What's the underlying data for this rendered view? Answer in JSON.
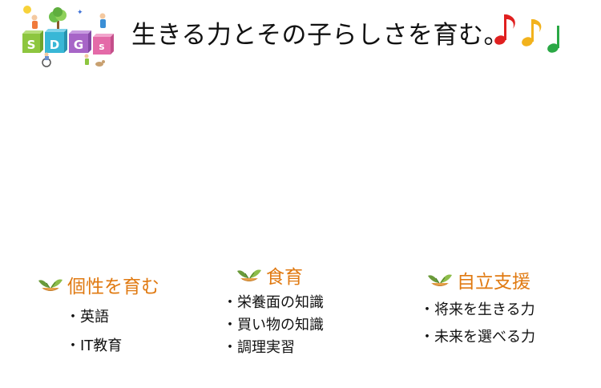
{
  "header": {
    "logo_letters": [
      "S",
      "D",
      "G",
      "s"
    ],
    "title": "生きる力とその子らしさを育む。",
    "decoration": "music-notes"
  },
  "sections": [
    {
      "title": "個性を育む",
      "icon": "leaf-sprout-icon",
      "items": [
        "英語",
        "IT教育"
      ]
    },
    {
      "title": "食育",
      "icon": "leaf-sprout-icon",
      "items": [
        "栄養面の知識",
        "買い物の知識",
        "調理実習"
      ]
    },
    {
      "title": "自立支援",
      "icon": "leaf-sprout-icon",
      "items": [
        "将来を生きる力",
        "未来を選べる力"
      ]
    }
  ],
  "colors": {
    "section_title": "#e07a12",
    "note_red": "#e02020",
    "note_yellow": "#f2b21c",
    "note_green": "#2aa845",
    "block_green": "#8dc63f",
    "block_blue": "#38b7d6",
    "block_purple": "#a765c7",
    "block_pink": "#e46aa8"
  }
}
